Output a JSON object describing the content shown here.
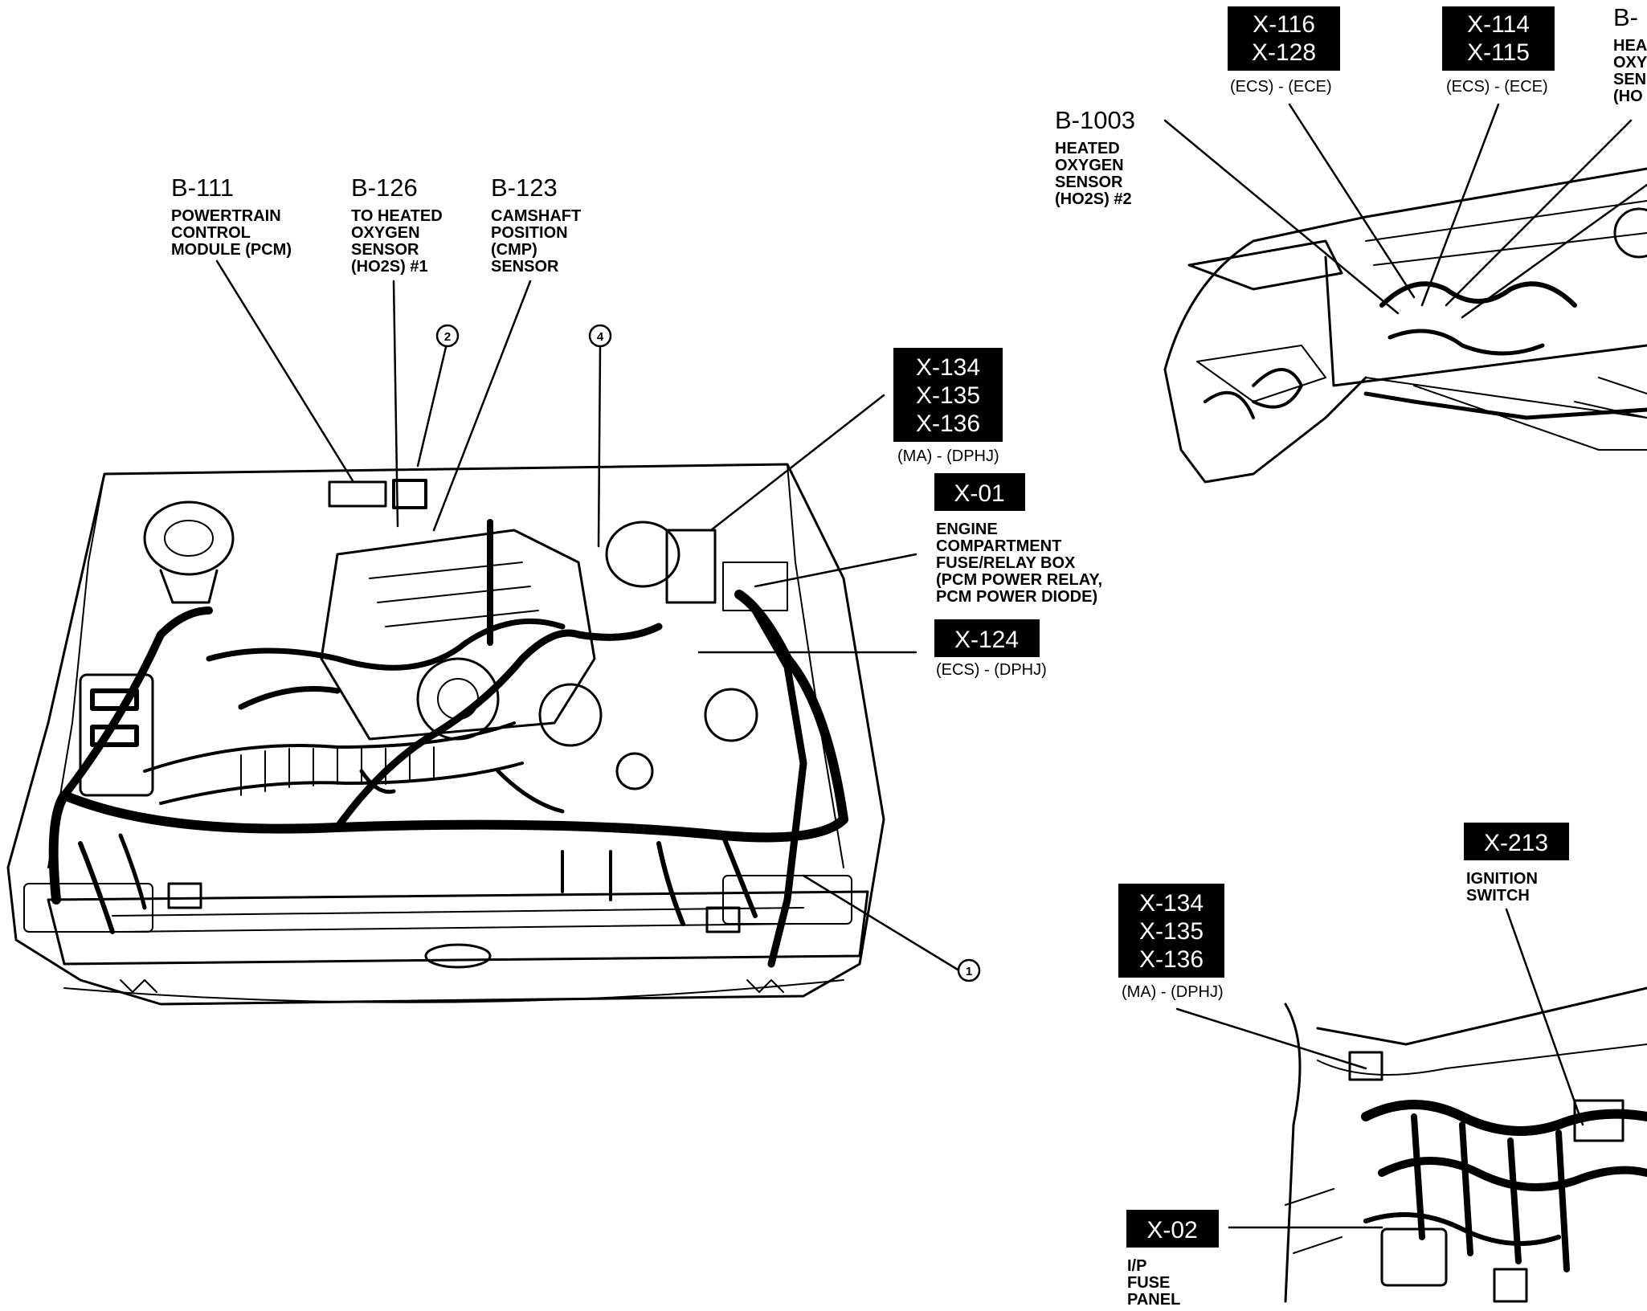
{
  "engine_components": {
    "b111": {
      "code": "B-111",
      "lines": [
        "POWERTRAIN",
        "CONTROL",
        "MODULE (PCM)"
      ]
    },
    "b126": {
      "code": "B-126",
      "lines": [
        "TO HEATED",
        "OXYGEN",
        "SENSOR",
        "(HO2S) #1"
      ]
    },
    "b123": {
      "code": "B-123",
      "lines": [
        "CAMSHAFT",
        "POSITION",
        "(CMP)",
        "SENSOR"
      ]
    }
  },
  "callouts": {
    "c1": "1",
    "c2": "2",
    "c4": "4"
  },
  "engine_connectors": {
    "x134_group": {
      "codes": [
        "X-134",
        "X-135",
        "X-136"
      ],
      "sub": "(MA) - (DPHJ)"
    },
    "x01": {
      "code": "X-01",
      "lines": [
        "ENGINE",
        "COMPARTMENT",
        "FUSE/RELAY BOX",
        "(PCM POWER RELAY,",
        "PCM POWER DIODE)"
      ]
    },
    "x124": {
      "code": "X-124",
      "sub": "(ECS) - (DPHJ)"
    }
  },
  "underbody_view": {
    "x116_group": {
      "codes": [
        "X-116",
        "X-128"
      ],
      "sub": "(ECS) - (ECE)"
    },
    "x114_group": {
      "codes": [
        "X-114",
        "X-115"
      ],
      "sub": "(ECS) - (ECE)"
    },
    "b1003": {
      "code": "B-1003",
      "lines": [
        "HEATED",
        "OXYGEN",
        "SENSOR",
        "(HO2S) #2"
      ]
    },
    "partial_b": {
      "code": "B-",
      "lines": [
        "HEA",
        "OXY",
        "SEN",
        "(HO"
      ]
    }
  },
  "dash_view": {
    "x134_group": {
      "codes": [
        "X-134",
        "X-135",
        "X-136"
      ],
      "sub": "(MA) - (DPHJ)"
    },
    "x213": {
      "code": "X-213",
      "lines": [
        "IGNITION",
        "SWITCH"
      ]
    },
    "x02": {
      "code": "X-02",
      "lines": [
        "I/P",
        "FUSE",
        "PANEL"
      ]
    }
  },
  "icons": [
    "engine-compartment-illustration",
    "vehicle-underbody-illustration",
    "instrument-panel-illustration"
  ]
}
